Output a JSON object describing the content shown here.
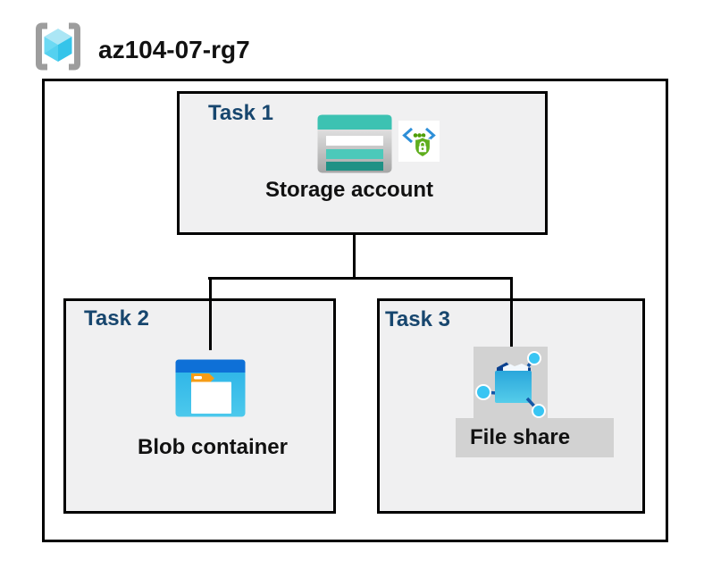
{
  "header": {
    "title": "az104-07-rg7",
    "icon": "resource-group-icon"
  },
  "resource_group": {
    "boxes": [
      {
        "label": "Task 1",
        "item_label": "Storage account",
        "icons": [
          "storage-account-icon",
          "secure-access-icon"
        ],
        "highlighted": false
      },
      {
        "label": "Task 2",
        "item_label": "Blob container",
        "icons": [
          "blob-container-icon"
        ],
        "highlighted": false
      },
      {
        "label": "Task 3",
        "item_label": "File share",
        "icons": [
          "file-share-icon"
        ],
        "highlighted": true
      }
    ],
    "connections": [
      {
        "from": "Storage account",
        "to": "Blob container"
      },
      {
        "from": "Storage account",
        "to": "File share"
      }
    ]
  },
  "colors": {
    "task_label_navy": "#17466e",
    "task_box_fill": "#f0f0f1",
    "outline_black": "#000000",
    "highlight_gray": "#d2d2d2",
    "storage_teal": "#3cc2b2",
    "storage_teal_mid": "#4cc9ba",
    "storage_teal_dark": "#209185",
    "blob_titlebar_blue": "#0e70d7",
    "blob_body_cyan": "#35bce9",
    "folder_tab_orange": "#f59c16",
    "fileshare_flap_navy": "#0b418f",
    "network_node_cyan": "#38c5f3",
    "bracket_gray": "#9d9d9d",
    "cube_cyan": "#33c3ea",
    "shield_green": "#5fae1e",
    "code_bracket_blue": "#2e8fd8",
    "dot_green": "#4e9e06"
  }
}
